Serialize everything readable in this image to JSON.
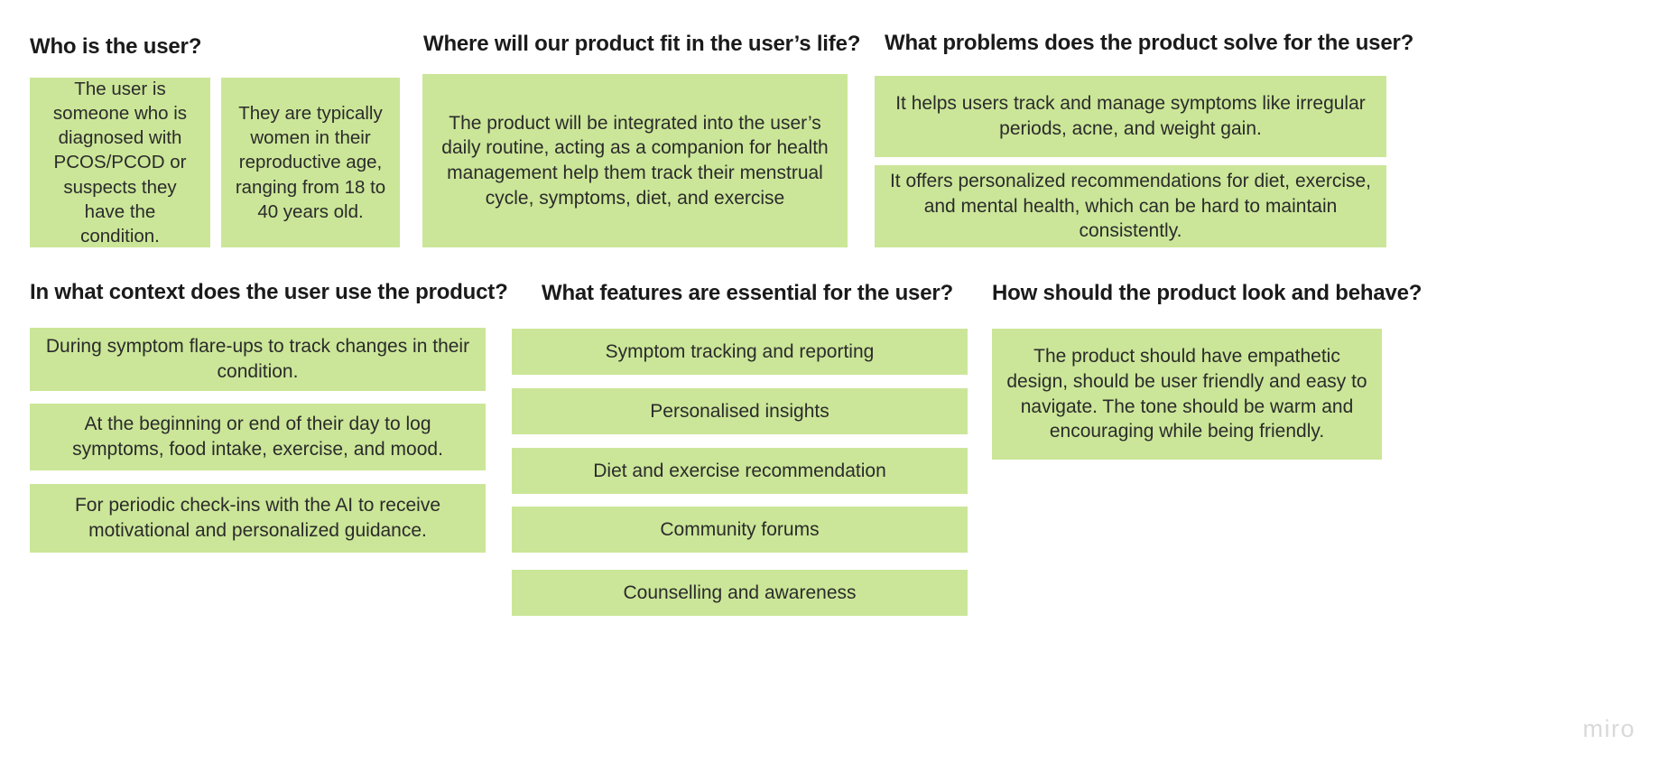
{
  "board": {
    "watermark": "miro",
    "accent_color": "#cbe698",
    "title_color": "#1a1a1a",
    "body_color": "#2b2b2b"
  },
  "sections": {
    "who": {
      "title": "Who is the user?",
      "notes": [
        "The user is someone who is diagnosed with PCOS/PCOD or suspects they have the condition.",
        "They are typically women in their reproductive age, ranging from 18 to 40 years old."
      ]
    },
    "where": {
      "title": "Where will our product fit in the user’s life?",
      "notes": [
        "The product will be integrated into the user’s daily routine, acting as a companion for health management help them track their menstrual cycle, symptoms, diet, and exercise"
      ]
    },
    "problems": {
      "title": "What problems does the product solve for the user?",
      "notes": [
        "It helps users track and manage symptoms like irregular periods, acne, and weight gain.",
        "It offers personalized recommendations for diet, exercise, and mental health, which can be hard to maintain consistently."
      ]
    },
    "context": {
      "title": "In what context does the user use the product?",
      "notes": [
        "During symptom flare-ups to track changes in their condition.",
        "At the beginning or end of their day to log symptoms, food intake, exercise, and mood.",
        "For periodic check-ins with the AI to receive motivational and personalized guidance."
      ]
    },
    "features": {
      "title": "What features are essential for the user?",
      "notes": [
        "Symptom tracking and reporting",
        "Personalised insights",
        "Diet and exercise recommendation",
        "Community forums",
        "Counselling and awareness"
      ]
    },
    "look": {
      "title": "How should the product look and behave?",
      "notes": [
        "The product should have empathetic design, should be user friendly and easy to navigate. The tone should be warm and encouraging while being friendly."
      ]
    }
  }
}
